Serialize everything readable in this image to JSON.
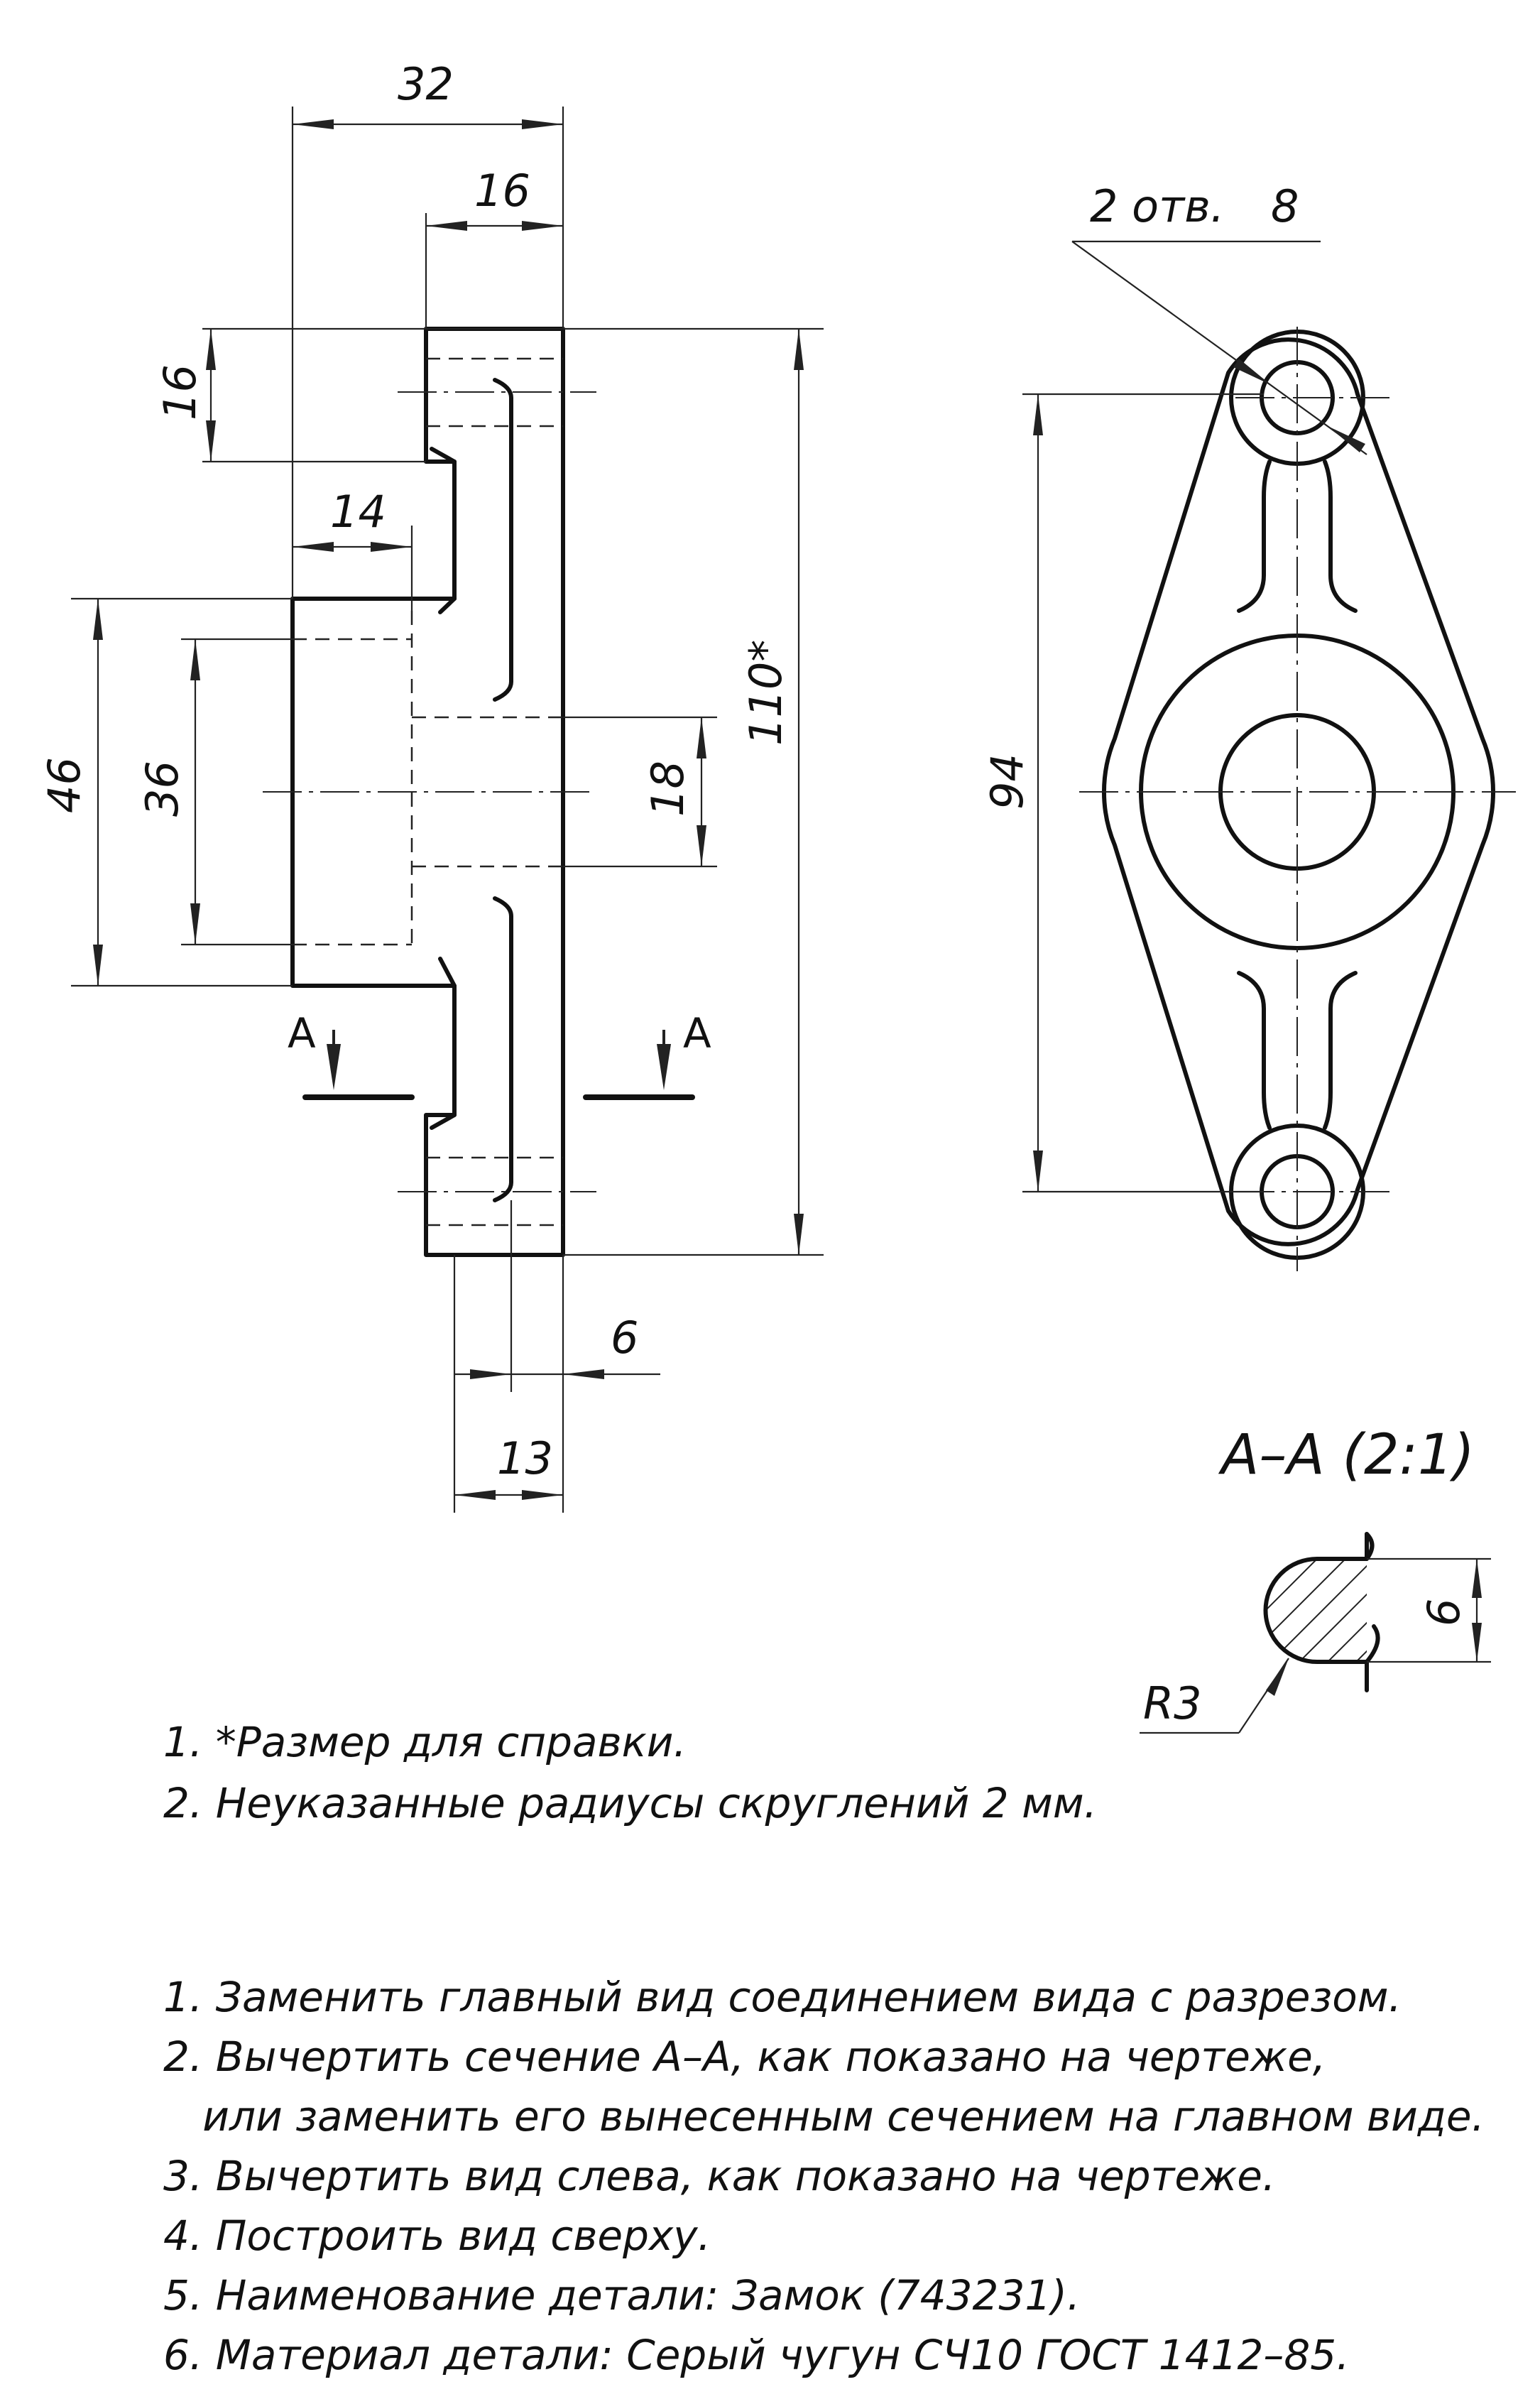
{
  "front_view": {
    "dim_width_total": "32",
    "dim_width_top": "16",
    "dim_height_top": "16",
    "dim_step": "14",
    "dim_hub_height": "46",
    "dim_bore_height": "36",
    "dim_inner_bore": "18",
    "dim_total_height": "110*",
    "dim_rib": "6",
    "dim_bottom": "13",
    "section_letter_left": "A",
    "section_letter_right": "A"
  },
  "side_view": {
    "holes_label": "2 отв.",
    "holes_diameter": "8",
    "dim_center_distance": "94"
  },
  "section": {
    "title": "А–А (2:1)",
    "dim_thickness": "6",
    "radius_label": "R3"
  },
  "remarks": [
    "1. *Размер для справки.",
    "2. Неуказанные радиусы скруглений 2 мм."
  ],
  "tasks": [
    "1. Заменить главный вид соединением вида с разрезом.",
    "2. Вычертить сечение А–А, как показано на чертеже,",
    "   или заменить его вынесенным сечением на главном виде.",
    "3. Вычертить вид слева, как показано на чертеже.",
    "4. Построить вид сверху.",
    "5. Наименование детали: Замок (743231).",
    "6. Материал детали: Серый чугун СЧ10 ГОСТ 1412–85."
  ]
}
